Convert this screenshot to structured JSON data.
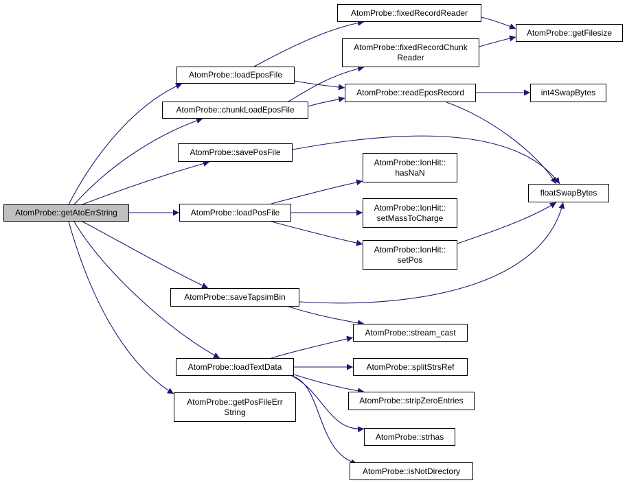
{
  "graph": {
    "line_color": "#191970",
    "nodes": [
      {
        "id": "n0",
        "lines": [
          "AtomProbe::getAtoErrString"
        ]
      },
      {
        "id": "n1",
        "lines": [
          "AtomProbe::loadEposFile"
        ]
      },
      {
        "id": "n2",
        "lines": [
          "AtomProbe::chunkLoadEposFile"
        ]
      },
      {
        "id": "n3",
        "lines": [
          "AtomProbe::savePosFile"
        ]
      },
      {
        "id": "n4",
        "lines": [
          "AtomProbe::loadPosFile"
        ]
      },
      {
        "id": "n5",
        "lines": [
          "AtomProbe::saveTapsimBin"
        ]
      },
      {
        "id": "n6",
        "lines": [
          "AtomProbe::loadTextData"
        ]
      },
      {
        "id": "n7",
        "lines": [
          "AtomProbe::getPosFileErr",
          "String"
        ]
      },
      {
        "id": "n8",
        "lines": [
          "AtomProbe::fixedRecordReader"
        ]
      },
      {
        "id": "n9",
        "lines": [
          "AtomProbe::fixedRecordChunk",
          "Reader"
        ]
      },
      {
        "id": "n10",
        "lines": [
          "AtomProbe::readEposRecord"
        ]
      },
      {
        "id": "n11",
        "lines": [
          "AtomProbe::IonHit::",
          "hasNaN"
        ]
      },
      {
        "id": "n12",
        "lines": [
          "AtomProbe::IonHit::",
          "setMassToCharge"
        ]
      },
      {
        "id": "n13",
        "lines": [
          "AtomProbe::IonHit::",
          "setPos"
        ]
      },
      {
        "id": "n14",
        "lines": [
          "AtomProbe::stream_cast"
        ]
      },
      {
        "id": "n15",
        "lines": [
          "AtomProbe::splitStrsRef"
        ]
      },
      {
        "id": "n16",
        "lines": [
          "AtomProbe::stripZeroEntries"
        ]
      },
      {
        "id": "n17",
        "lines": [
          "AtomProbe::strhas"
        ]
      },
      {
        "id": "n18",
        "lines": [
          "AtomProbe::isNotDirectory"
        ]
      },
      {
        "id": "n19",
        "lines": [
          "AtomProbe::getFilesize"
        ]
      },
      {
        "id": "n20",
        "lines": [
          "int4SwapBytes"
        ]
      },
      {
        "id": "n21",
        "lines": [
          "floatSwapBytes"
        ]
      }
    ],
    "edges": [
      [
        "n0",
        "n1"
      ],
      [
        "n0",
        "n2"
      ],
      [
        "n0",
        "n3"
      ],
      [
        "n0",
        "n4"
      ],
      [
        "n0",
        "n5"
      ],
      [
        "n0",
        "n6"
      ],
      [
        "n0",
        "n7"
      ],
      [
        "n1",
        "n8"
      ],
      [
        "n1",
        "n10"
      ],
      [
        "n2",
        "n9"
      ],
      [
        "n2",
        "n10"
      ],
      [
        "n8",
        "n19"
      ],
      [
        "n9",
        "n19"
      ],
      [
        "n10",
        "n20"
      ],
      [
        "n10",
        "n21"
      ],
      [
        "n3",
        "n21"
      ],
      [
        "n4",
        "n11"
      ],
      [
        "n4",
        "n12"
      ],
      [
        "n4",
        "n13"
      ],
      [
        "n13",
        "n21"
      ],
      [
        "n5",
        "n21"
      ],
      [
        "n5",
        "n14"
      ],
      [
        "n6",
        "n14"
      ],
      [
        "n6",
        "n15"
      ],
      [
        "n6",
        "n16"
      ],
      [
        "n6",
        "n17"
      ],
      [
        "n6",
        "n18"
      ]
    ]
  }
}
